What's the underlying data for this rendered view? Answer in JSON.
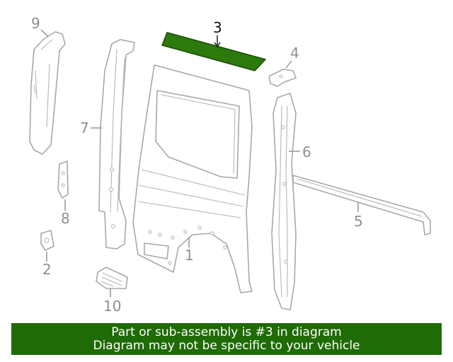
{
  "highlight_color": "#2b7a0b",
  "banner_color": "#1f6b06",
  "callouts": {
    "p1": "1",
    "p2": "2",
    "p3": "3",
    "p4": "4",
    "p5": "5",
    "p6": "6",
    "p7": "7",
    "p8": "8",
    "p9": "9",
    "p10": "10"
  },
  "highlighted_part": "3",
  "banner": {
    "line1": "Part or sub-assembly is #3 in diagram",
    "line2": "Diagram may not be specific to your vehicle"
  }
}
